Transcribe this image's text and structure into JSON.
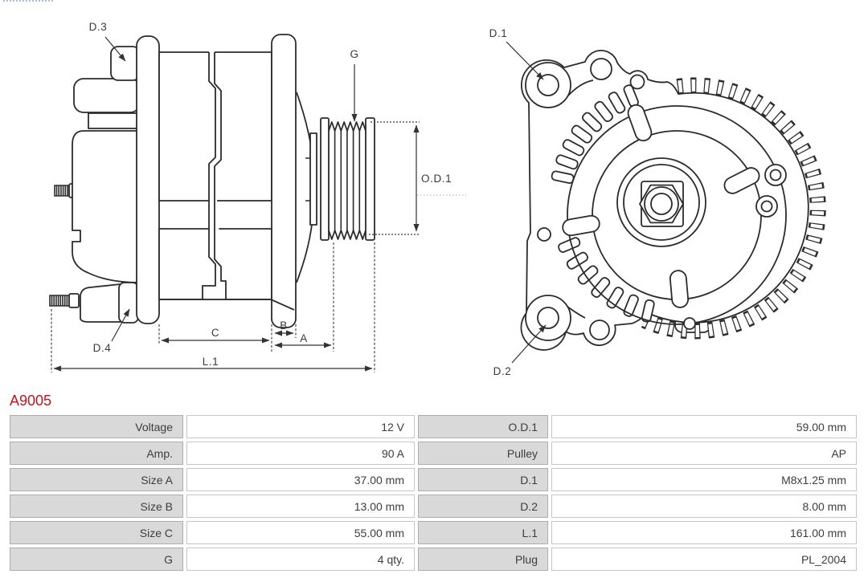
{
  "part_number": "A9005",
  "accent_color": "#c21420",
  "diagram": {
    "labels": {
      "d3": "D.3",
      "g": "G",
      "od1": "O.D.1",
      "d4": "D.4",
      "c": "C",
      "b": "B",
      "a": "A",
      "l1": "L.1",
      "d1": "D.1",
      "d2": "D.2"
    }
  },
  "table": {
    "rows": [
      {
        "l1": "Voltage",
        "v1": "12 V",
        "l2": "O.D.1",
        "v2": "59.00 mm"
      },
      {
        "l1": "Amp.",
        "v1": "90 A",
        "l2": "Pulley",
        "v2": "AP"
      },
      {
        "l1": "Size A",
        "v1": "37.00 mm",
        "l2": "D.1",
        "v2": "M8x1.25 mm"
      },
      {
        "l1": "Size B",
        "v1": "13.00 mm",
        "l2": "D.2",
        "v2": "8.00 mm"
      },
      {
        "l1": "Size C",
        "v1": "55.00 mm",
        "l2": "L.1",
        "v2": "161.00 mm"
      },
      {
        "l1": "G",
        "v1": "4 qty.",
        "l2": "Plug",
        "v2": "PL_2004"
      }
    ]
  }
}
